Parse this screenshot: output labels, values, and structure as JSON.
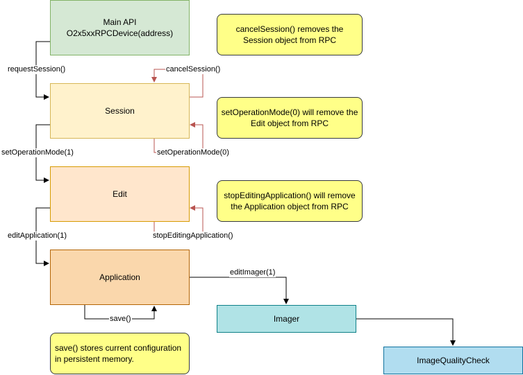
{
  "nodes": {
    "main_api": {
      "line1": "Main API",
      "line2": "O2x5xxRPCDevice(address)",
      "fill": "#d5e8d4",
      "stroke": "#82b366"
    },
    "session": {
      "label": "Session",
      "fill": "#fff2cc",
      "stroke": "#d6b656"
    },
    "edit": {
      "label": "Edit",
      "fill": "#ffe6cc",
      "stroke": "#d79b00"
    },
    "application": {
      "label": "Application",
      "fill": "#fad7ac",
      "stroke": "#b46504"
    },
    "imager": {
      "label": "Imager",
      "fill": "#b0e3e6",
      "stroke": "#0e8088"
    },
    "image_quality_check": {
      "label": "ImageQualityCheck",
      "fill": "#b1ddf0",
      "stroke": "#10739e"
    }
  },
  "notes": {
    "cancel_session": {
      "text": "cancelSession() removes the Session object from RPC"
    },
    "set_operation_mode": {
      "text": "setOperationMode(0) will remove the Edit object from RPC"
    },
    "stop_editing": {
      "text": "stopEditingApplication() will remove the Application object from RPC"
    },
    "save": {
      "text": "save() stores current configuration in persistent memory."
    },
    "fill": "#ffff88",
    "stroke": "#36393d"
  },
  "edge_labels": {
    "request_session": "requestSession()",
    "cancel_session": "cancelSession()",
    "set_operation_mode_1": "setOperationMode(1)",
    "set_operation_mode_0": "setOperationMode(0)",
    "edit_application": "editApplication(1)",
    "stop_editing_application": "stopEditingApplication()",
    "edit_imager": "editImager(1)",
    "save": "save()"
  },
  "colors": {
    "forward_edge": "#000000",
    "back_edge": "#b85450"
  }
}
